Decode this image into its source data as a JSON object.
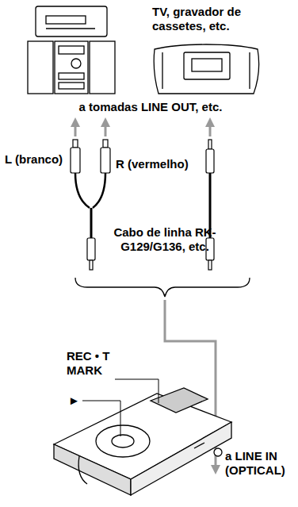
{
  "diagram": {
    "labels": [
      "TV, gravador de cassetes, etc.",
      "a tomadas LINE OUT, etc.",
      "L (branco)",
      "R (vermelho)",
      "Cabo de linha RK-G129/G136, etc.",
      "REC • T MARK",
      "►",
      "a LINE IN (OPTICAL)"
    ]
  }
}
